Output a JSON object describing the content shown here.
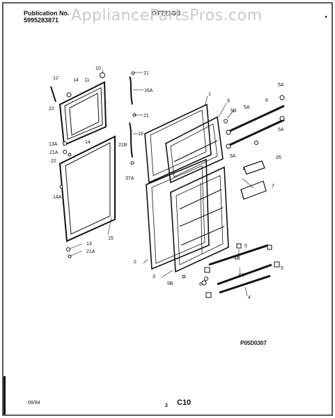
{
  "header": {
    "publication_label": "Publication No.",
    "publication_number": "5995283871",
    "model_code": "GTT21GB",
    "watermark": "AppliancePartsPros.com"
  },
  "diagram": {
    "callouts": [
      "1",
      "2",
      "3",
      "4",
      "4A",
      "4B",
      "5",
      "5",
      "5A",
      "5A",
      "5A",
      "5A",
      "5B",
      "5B",
      "6",
      "6",
      "7",
      "9",
      "10",
      "11",
      "12",
      "13",
      "13A",
      "14",
      "14",
      "14A",
      "15",
      "16",
      "16A",
      "21",
      "21",
      "21A",
      "21A",
      "21B",
      "22",
      "22",
      "26",
      "37A"
    ],
    "drawing_code": "P05D0307"
  },
  "footer": {
    "date": "09/94",
    "page_small": "2",
    "page_code": "C10"
  }
}
